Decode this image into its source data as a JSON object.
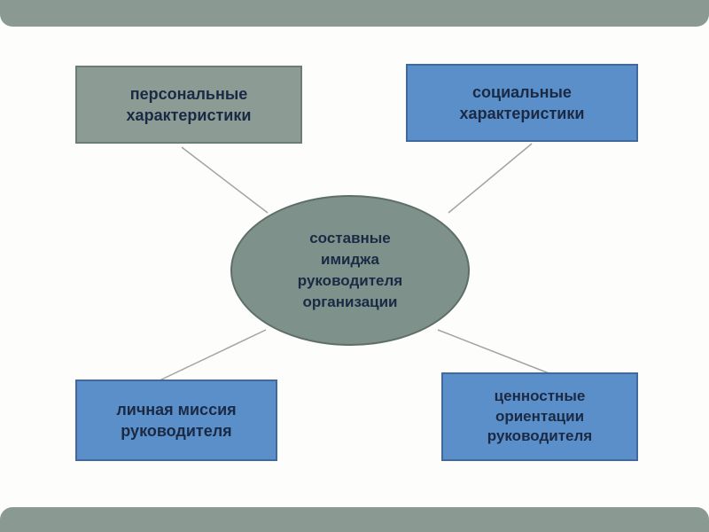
{
  "slide": {
    "background_color": "#fdfdfc",
    "bar_color": "#8a9a93",
    "connector_color": "#9fa6a4",
    "text_color": "#1b2a44"
  },
  "diagram": {
    "center": {
      "label": "составные\nимиджа\nруководителя\nорганизации",
      "fill": "#7e918b",
      "border": "#5e6e69"
    },
    "nodes": [
      {
        "id": "personal-characteristics",
        "label": "персональные\nхарактеристики",
        "fill": "#8c9c95",
        "border": "#6b7d77"
      },
      {
        "id": "social-characteristics",
        "label": "социальные\nхарактеристики",
        "fill": "#5b8fc9",
        "border": "#41699c"
      },
      {
        "id": "personal-mission",
        "label": "личная миссия\nруководителя",
        "fill": "#5b8fc9",
        "border": "#41699c"
      },
      {
        "id": "value-orientations",
        "label": "ценностные\nориентации\nруководителя",
        "fill": "#5b8fc9",
        "border": "#41699c"
      }
    ]
  }
}
